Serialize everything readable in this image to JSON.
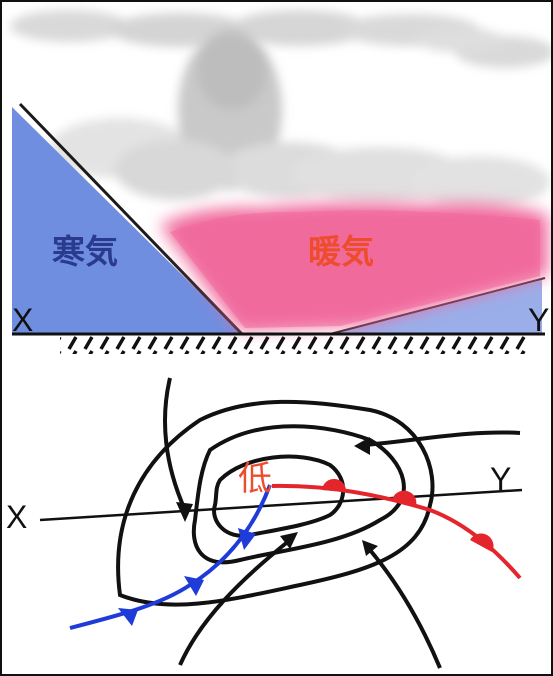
{
  "cross_section": {
    "cold_air_label": "寒気",
    "warm_air_label": "暖気",
    "x_label": "X",
    "y_label": "Y"
  },
  "weather_map": {
    "low_label": "低",
    "x_label": "X",
    "y_label": "Y"
  },
  "colors": {
    "cold_air_fill": "#6f8ee0",
    "warm_air_fill": "#f06a9c",
    "cold_air_text": "#2a3a8c",
    "warm_air_text": "#ee4d2d",
    "low_text": "#ee4d2d",
    "cold_front": "#1f3bd8",
    "warm_front": "#e4262c",
    "isobar": "#111111",
    "cloud": "#d6d6d6"
  }
}
